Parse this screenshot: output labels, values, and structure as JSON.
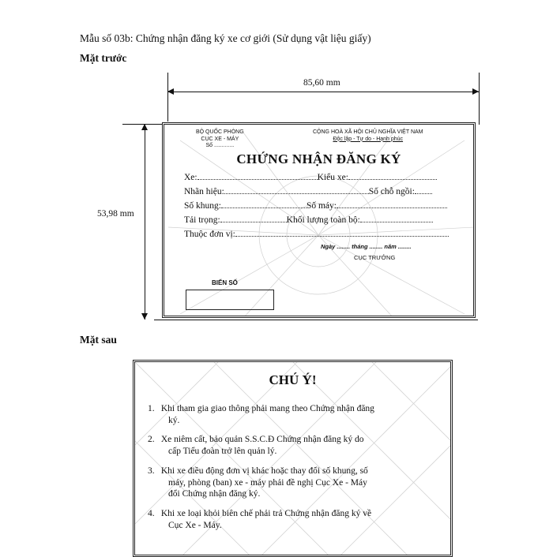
{
  "page": {
    "title": "Mẫu số 03b: Chứng nhận đăng ký xe cơ giới (Sử dụng vật liệu giấy)",
    "front_label": "Mặt trước",
    "back_label": "Mặt sau"
  },
  "dimensions": {
    "width": "85,60 mm",
    "height": "53,98 mm"
  },
  "front": {
    "header_left": [
      "BỘ QUỐC PHÒNG",
      "CỤC XE - MÁY",
      "Số ............."
    ],
    "header_right": [
      "CỘNG HOÀ XÃ HỘI CHỦ NGHĨA VIỆT NAM",
      "Độc lập - Tự do - Hạnh phúc"
    ],
    "title": "CHỨNG NHẬN ĐĂNG KÝ",
    "fields": {
      "xe": "Xe:",
      "kieu_xe": "Kiểu xe:",
      "nhan_hieu": "Nhãn hiệu:",
      "so_cho_ngoi": "Số chỗ ngồi:",
      "so_khung": "Số khung:",
      "so_may": "Số máy:",
      "tai_trong": "Tải trọng:",
      "khoi_luong": "Khối lượng toàn bộ:",
      "thuoc_don_vi": "Thuộc đơn vị:"
    },
    "date_line": "Ngày ........ tháng ........ năm ........",
    "signer": "CỤC TRƯỞNG",
    "plate_label": "BIỂN SỐ"
  },
  "back": {
    "title": "CHÚ Ý!",
    "notes": [
      {
        "num": "1.",
        "line1": "Khi tham gia giao thông phải mang theo Chứng nhận đăng",
        "line2": "ký.",
        "line3": ""
      },
      {
        "num": "2.",
        "line1": "Xe niêm cất, bảo quản S.S.C.Đ Chứng nhận đăng ký do",
        "line2": "cấp Tiểu đoàn trở lên quản lý.",
        "line3": ""
      },
      {
        "num": "3.",
        "line1": "Khi xe điều động đơn vị khác hoặc thay đổi số khung, số",
        "line2": "máy, phòng (ban) xe - máy phải đề nghị Cục Xe - Máy",
        "line3": "đổi Chứng nhận đăng ký."
      },
      {
        "num": "4.",
        "line1": "Khi xe loại khỏi biên chế phải trả Chứng nhận đăng ký về",
        "line2": "Cục Xe - Máy.",
        "line3": ""
      }
    ]
  }
}
